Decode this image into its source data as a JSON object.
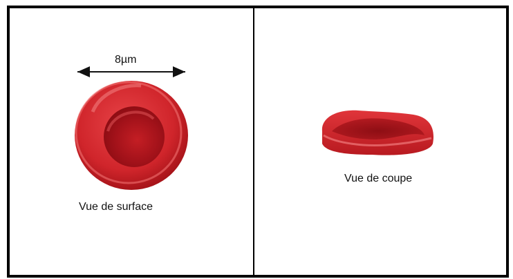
{
  "panels": {
    "surface": {
      "caption": "Vue de surface",
      "dimension_label": "8µm"
    },
    "section": {
      "caption": "Vue de coupe"
    }
  },
  "colors": {
    "cell_red": "#d42a2e",
    "cell_dark": "#9b1016",
    "cell_light": "#ee5a5c",
    "border": "#000000"
  }
}
